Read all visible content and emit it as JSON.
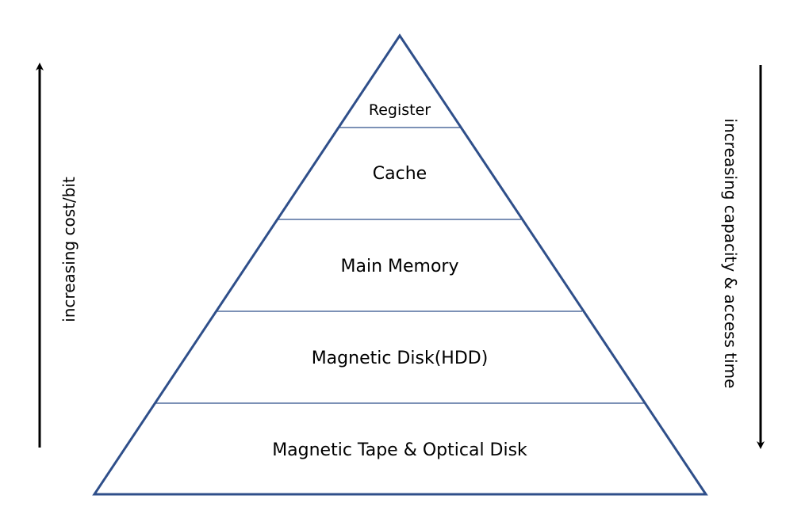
{
  "pyramid": {
    "levels": [
      {
        "label": "Register"
      },
      {
        "label": "Cache"
      },
      {
        "label": "Main Memory"
      },
      {
        "label": "Magnetic Disk(HDD)"
      },
      {
        "label": "Magnetic Tape & Optical Disk"
      }
    ],
    "outline_color": "#2f4f8a",
    "divider_color": "#2f4f8a"
  },
  "left_arrow": {
    "label": "increasing cost/bit",
    "direction": "up"
  },
  "right_arrow": {
    "label": "increasing capacity & access time",
    "direction": "down"
  }
}
